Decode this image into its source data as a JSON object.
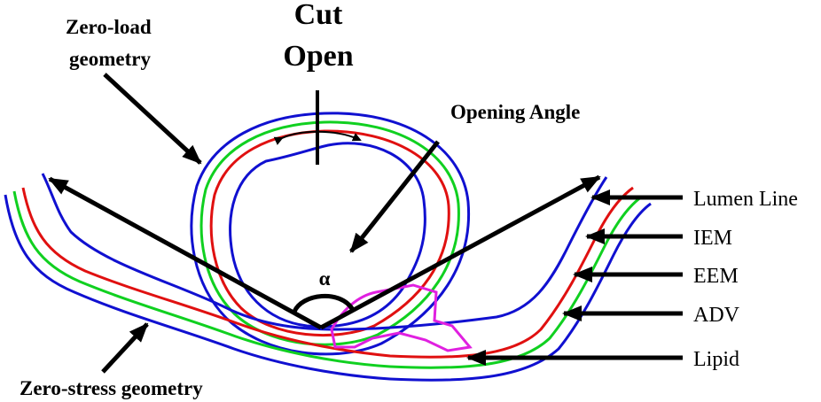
{
  "labels": {
    "zero_load_line1": "Zero-load",
    "zero_load_line2": "geometry",
    "cut_open_line1": "Cut",
    "cut_open_line2": "Open",
    "opening_angle": "Opening Angle",
    "alpha": "α",
    "lumen_line": "Lumen Line",
    "iem": "IEM",
    "eem": "EEM",
    "adv": "ADV",
    "lipid": "Lipid",
    "zero_stress": "Zero-stress geometry"
  },
  "colors": {
    "lumen": "#1010d0",
    "iem": "#e01010",
    "eem": "#10d020",
    "adv": "#1010d0",
    "lipid": "#e020e0",
    "arrow": "#000000"
  }
}
